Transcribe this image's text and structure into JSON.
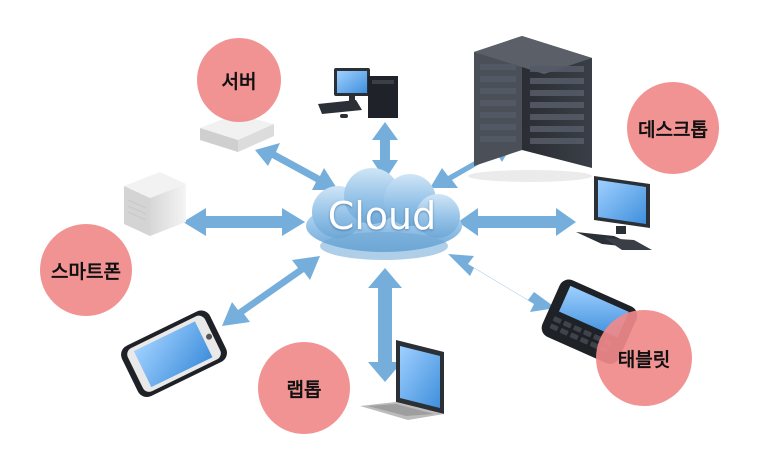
{
  "cloud": {
    "label": "Cloud"
  },
  "devices": [
    {
      "id": "server",
      "label": "서버"
    },
    {
      "id": "desktop",
      "label": "데스크톱"
    },
    {
      "id": "smartphone",
      "label": "스마트폰"
    },
    {
      "id": "laptop",
      "label": "랩톱"
    },
    {
      "id": "tablet",
      "label": "태블릿"
    }
  ],
  "colors": {
    "label_circle": "#f08a8a",
    "arrow": "#6aa8d8",
    "cloud": "#9cc7e8",
    "screen": "#5aa0e0",
    "device_dark": "#2b2f36"
  }
}
